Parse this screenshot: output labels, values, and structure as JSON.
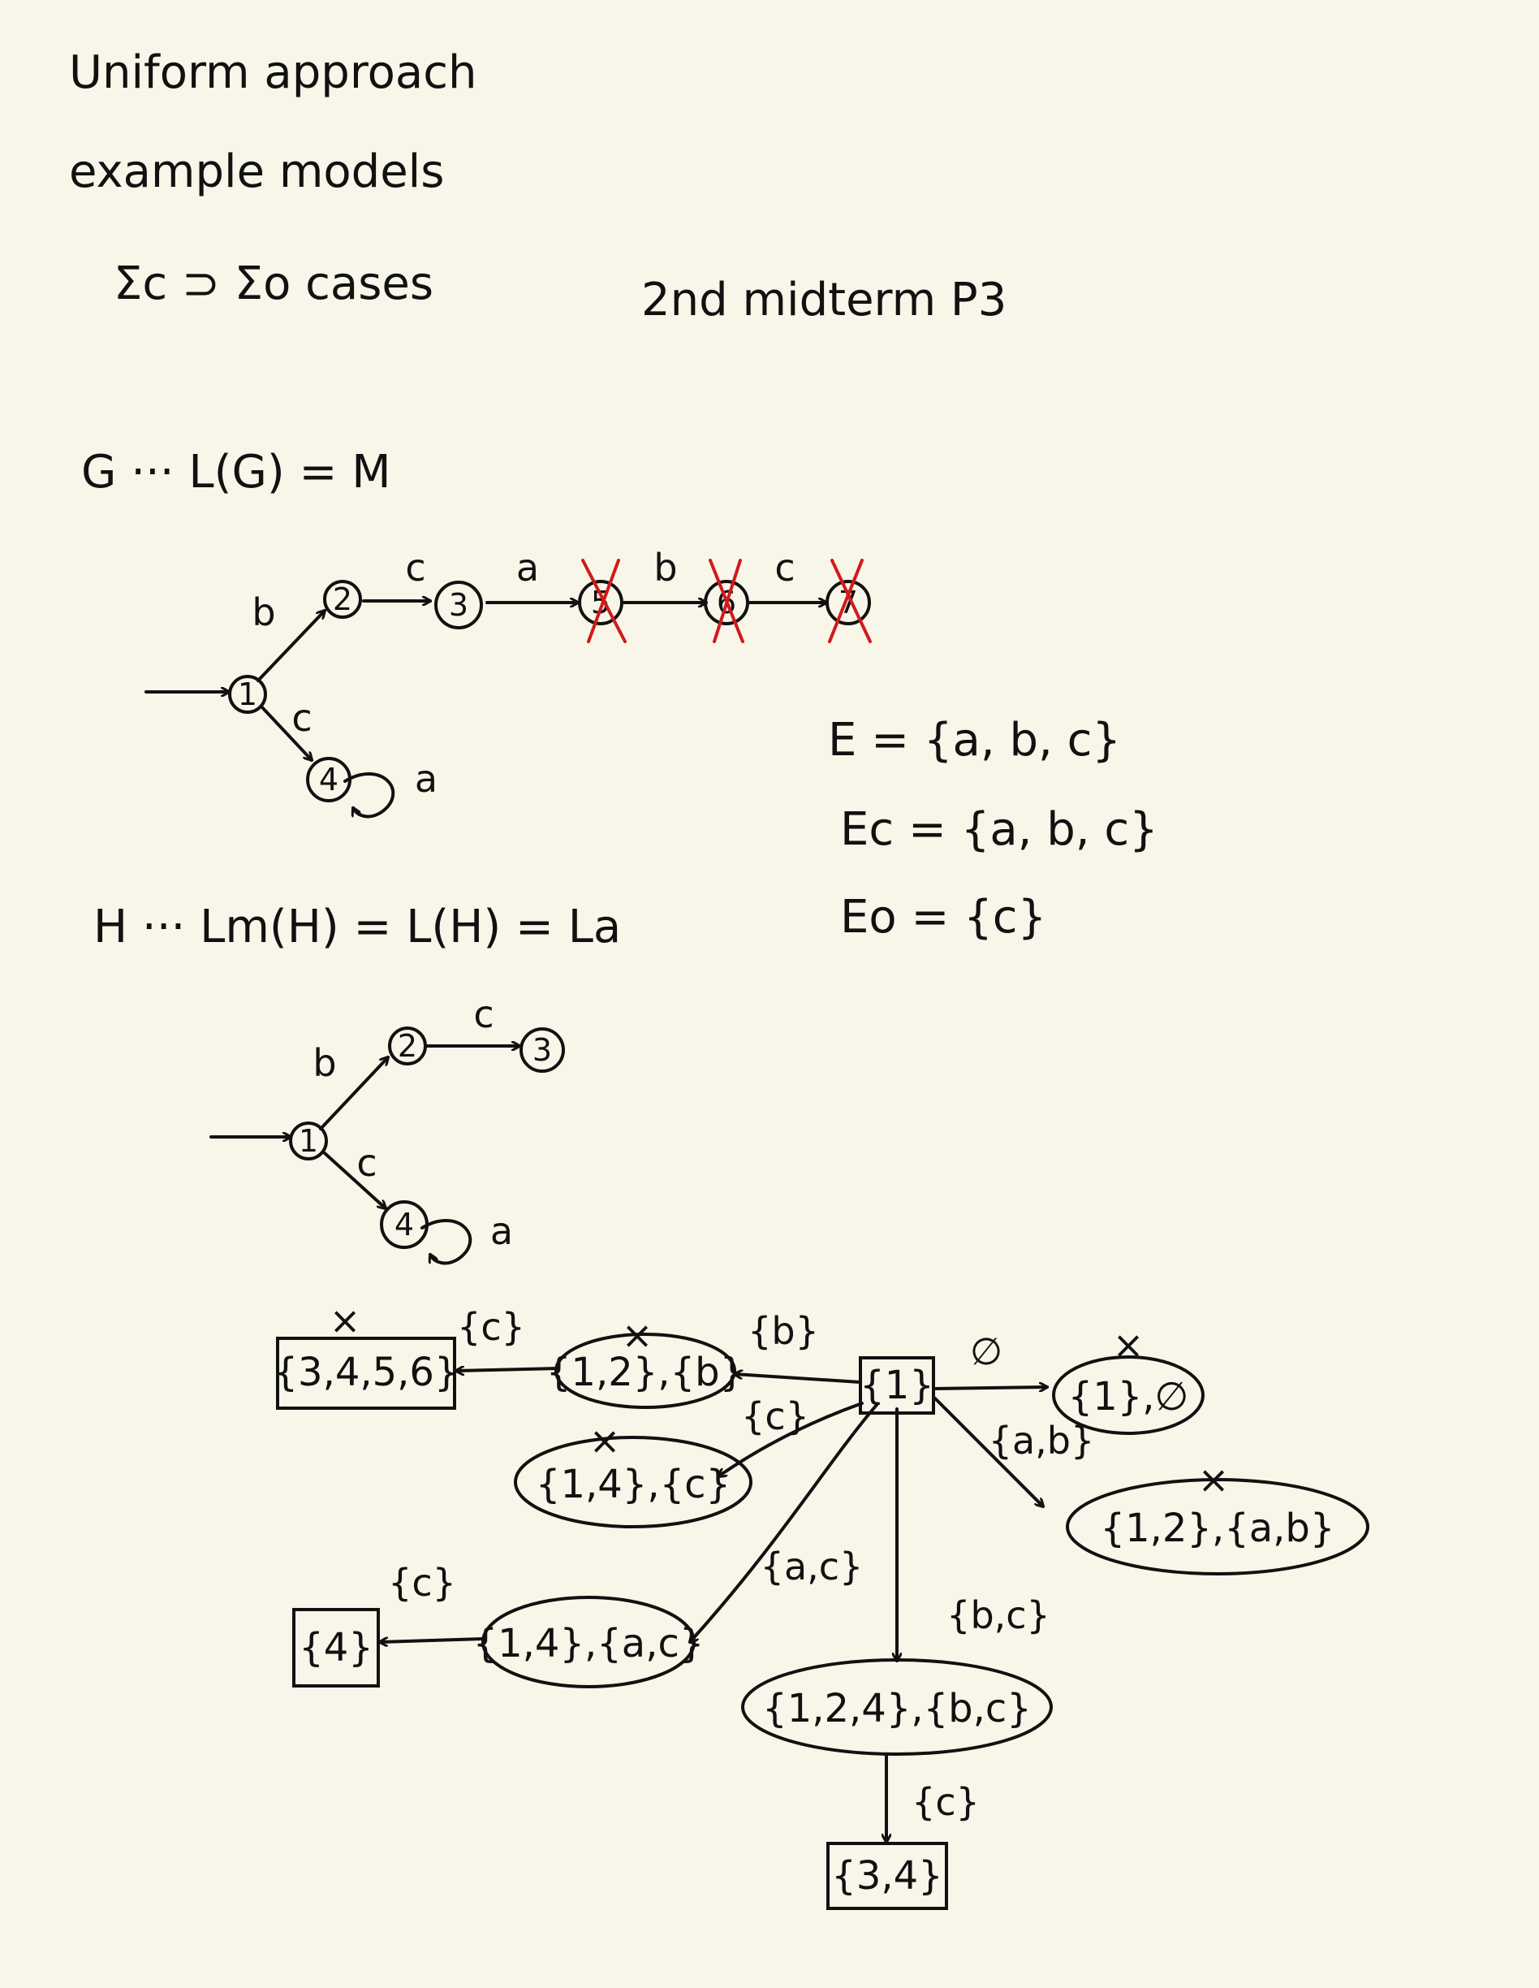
{
  "header": {
    "line1": "Uniform approach",
    "line2": "example models",
    "line3": "Σc ⊃ Σo  cases",
    "reference": "2nd  midterm  P3"
  },
  "automaton_G": {
    "heading": "G ···  L(G) = M",
    "states": [
      "1",
      "2",
      "3",
      "5",
      "6",
      "7",
      "4"
    ],
    "edge_labels": [
      "b",
      "c",
      "a",
      "b",
      "c",
      "c",
      "a"
    ]
  },
  "event_sets": {
    "E": "E  =  {a, b, c}",
    "Ec": "Ec =  {a, b, c}",
    "Eo": "Eo =  {c}"
  },
  "automaton_H": {
    "heading": "H ···  Lm(H) = L(H) = La",
    "states": [
      "1",
      "2",
      "3",
      "4"
    ],
    "edge_labels": [
      "b",
      "c",
      "c",
      "a"
    ]
  },
  "observer": {
    "nodes": {
      "root": "{1}",
      "n34_56": "{3,4,5,6}",
      "n12_b": "{1,2},{b}",
      "n14_c": "{1,4},{c}",
      "n1_empty": "{1},∅",
      "n12_ab": "{1,2},{a,b}",
      "n14_ac": "{1,4},{a,c}",
      "n4": "{4}",
      "n124_bc": "{1,2,4},{b,c}",
      "n34": "{3,4}"
    },
    "edge_labels": {
      "root_to_12b": "{b}",
      "root_to_14c": "{c}",
      "root_to_1e": "∅",
      "root_to_12ab": "{a,b}",
      "root_to_14ac": "{a,c}",
      "root_to_124bc": "{b,c}",
      "n12b_to_3456": "{c}",
      "n14ac_to_4": "{c}",
      "n124bc_to_34": "{c}"
    },
    "crossed_mark": "×"
  }
}
